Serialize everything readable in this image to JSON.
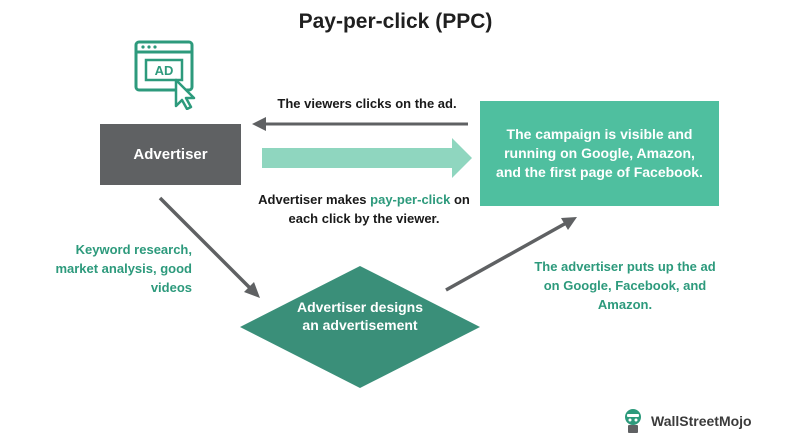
{
  "title": "Pay-per-click (PPC)",
  "icon": {
    "name": "ad-click-icon",
    "text": "AD",
    "color": "#2d9a7c"
  },
  "nodes": {
    "advertiser": "Advertiser",
    "campaign": "The campaign is visible and running on Google, Amazon, and the first page of Facebook.",
    "design": "Advertiser designs an advertisement"
  },
  "labels": {
    "viewer_clicks": "The viewers clicks on the ad.",
    "ppc_prefix": "Advertiser makes ",
    "ppc_accent": "pay-per-click",
    "ppc_suffix": " on each click by the viewer.",
    "keyword": "Keyword research, market analysis, good videos",
    "puts_up": "The advertiser puts up the ad on Google, Facebook, and Amazon."
  },
  "brand": {
    "name": "WallStreetMojo",
    "icon": "logo-icon"
  },
  "colors": {
    "advertiser_box": "#5f6163",
    "campaign_box": "#4fbf9f",
    "diamond": "#3a8f79",
    "accent_text": "#2d9a7c",
    "arrow_gray": "#5f6163",
    "arrow_light": "#8fd6bf"
  }
}
